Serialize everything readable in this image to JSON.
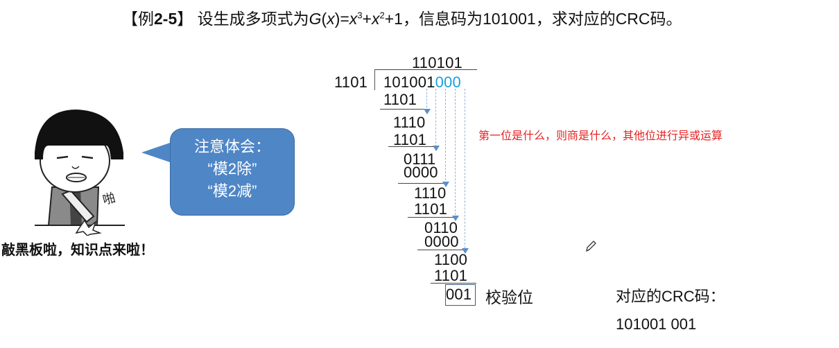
{
  "slide": {
    "title": {
      "bracket_open": "【",
      "example_prefix": "例",
      "example_number": "2-5",
      "bracket_close": "】",
      "text_before_formula": " 设生成多项式为",
      "formula_G": "G",
      "formula_x": "x",
      "formula_eq": "=",
      "formula_x3_base": "x",
      "formula_x3_exp": "3",
      "formula_plus1": "+",
      "formula_x2_base": "x",
      "formula_x2_exp": "2",
      "formula_plus2": "+1",
      "text_after_formula": "，信息码为101001，求对应的CRC码。"
    },
    "division": {
      "divisor": "1101",
      "quotient": "110101",
      "dividend_message": "101001",
      "dividend_padding": "000",
      "steps": [
        {
          "subtract": "1101",
          "result": "1110"
        },
        {
          "subtract": "1101",
          "result": "0111"
        },
        {
          "subtract": "0000",
          "result": "1110"
        },
        {
          "subtract": "1101",
          "result": "0110"
        },
        {
          "subtract": "0000",
          "result": "1100"
        },
        {
          "subtract": "1101",
          "result": "001"
        }
      ],
      "remainder": "001",
      "remainder_label": "校验位"
    },
    "note": "第一位是什么，则商是什么，其他位进行异或运算",
    "callout": {
      "line1": "注意体会：",
      "line2": "“模2除”",
      "line3": "“模2减”"
    },
    "meme": {
      "caption": "敲黑板啦，知识点来啦！",
      "sound_text": "啪"
    },
    "answer": {
      "label": "对应的CRC码：",
      "value": "101001 001"
    },
    "colors": {
      "padding_blue": "#1aa0e0",
      "note_red": "#e82020",
      "callout_blue": "#4f86c6",
      "arrow_blue": "#5b8ec8"
    }
  }
}
